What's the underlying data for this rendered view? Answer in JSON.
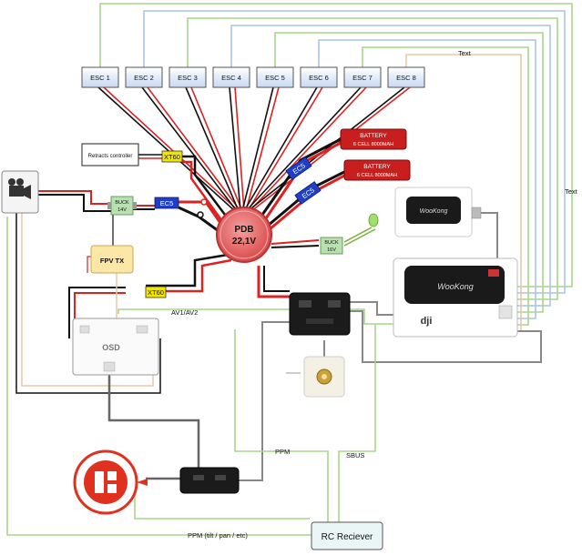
{
  "escs": [
    "ESC 1",
    "ESC 2",
    "ESC 3",
    "ESC 4",
    "ESC 5",
    "ESC 6",
    "ESC 7",
    "ESC 8"
  ],
  "pdb": {
    "line1": "PDB",
    "line2": "22,1V"
  },
  "retracts": "Retracts controller",
  "connectors": {
    "xt60_top": "XT60",
    "xt60_bottom": "XT60",
    "ec5_left": "EC5",
    "ec5_batt1": "EC5",
    "ec5_batt2": "EC5"
  },
  "buck": {
    "line1": "BUCK",
    "line2": "14V"
  },
  "buck2": {
    "line1": "BUCK",
    "line2": "16V"
  },
  "batteries": [
    {
      "line1": "BATTERY",
      "line2": "6 CELL 8000MAH"
    },
    {
      "line1": "BATTERY",
      "line2": "6 CELL 8000MAH"
    }
  ],
  "fpv": "FPV TX",
  "osd": "OSD",
  "dji": "dji",
  "wookong": "WooKong",
  "labels": {
    "av": "AV1/AV2",
    "ppm": "PPM",
    "sbus": "SBUS",
    "ppm_tilt": "PPM (tilt / pan / etc)",
    "text_top": "Text",
    "text_right": "Text"
  },
  "rc_receiver": "RC Reciever",
  "colors": {
    "esc_fill": "#dce8f8",
    "pdb": "#e05a5a",
    "battery": "#c81e1e",
    "ec5": "#1f3fc8",
    "xt60": "#f2e600",
    "buck": "#b8e0b0",
    "fpv": "#fde7a6",
    "rc": "#eaf6f6"
  }
}
